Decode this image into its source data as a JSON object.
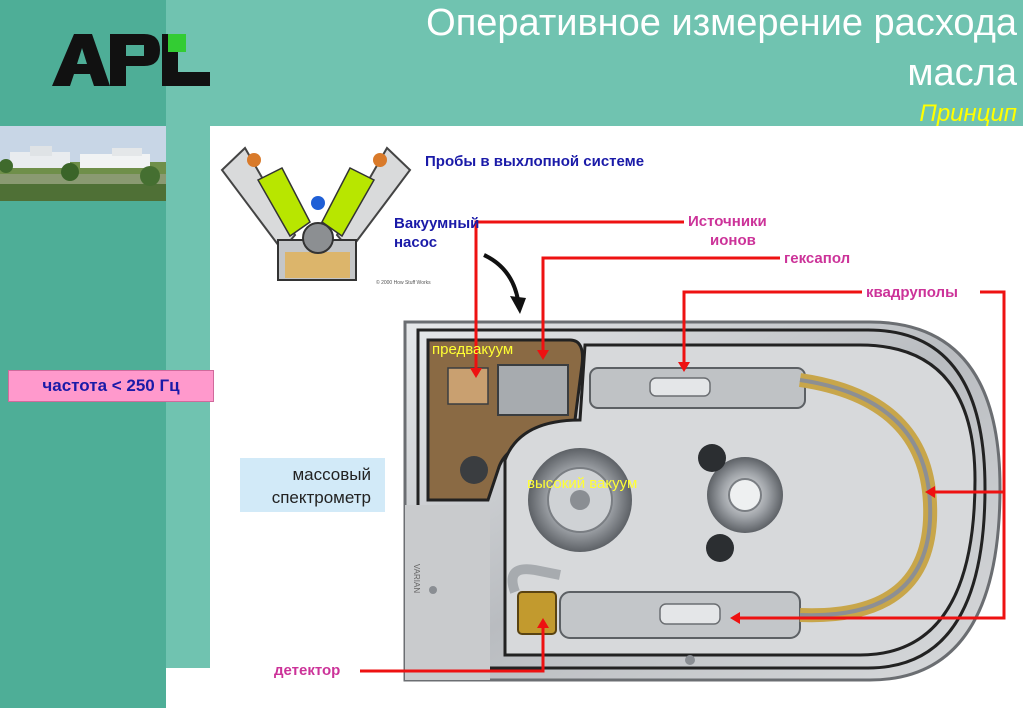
{
  "header": {
    "title_line1": "Оперативное измерение расхода",
    "title_line2": "масла",
    "subtitle": "Принцип"
  },
  "logo": {
    "text": "APL",
    "accent_color": "#33cc33"
  },
  "sidebar": {
    "frequency_label": "частота <  250 Гц"
  },
  "diagram": {
    "engine_label": "Пробы в выхлопной системе",
    "pump_label_line1": "Вакуумный",
    "pump_label_line2": "насос",
    "engine_copyright": "© 2000 How Stuff Works",
    "ion_sources_line1": "Источники",
    "ion_sources_line2": "ионов",
    "hexapole": "гексапол",
    "quadrupoles": "квадруполы",
    "pre_vacuum": "предвакуум",
    "high_vacuum": "высокий вакуум",
    "detector": "детектор",
    "ms_line1": "массовый",
    "ms_line2": "спектрометр",
    "device_brand": "VARIAN"
  },
  "colors": {
    "left_band": "#4eae97",
    "header_band": "#70c3b0",
    "arrow_red": "#ee1111",
    "label_blue": "#1a1aa8",
    "label_magenta": "#cc3399",
    "label_yellow": "#ffff33",
    "badge_pink": "#ff99cc"
  }
}
